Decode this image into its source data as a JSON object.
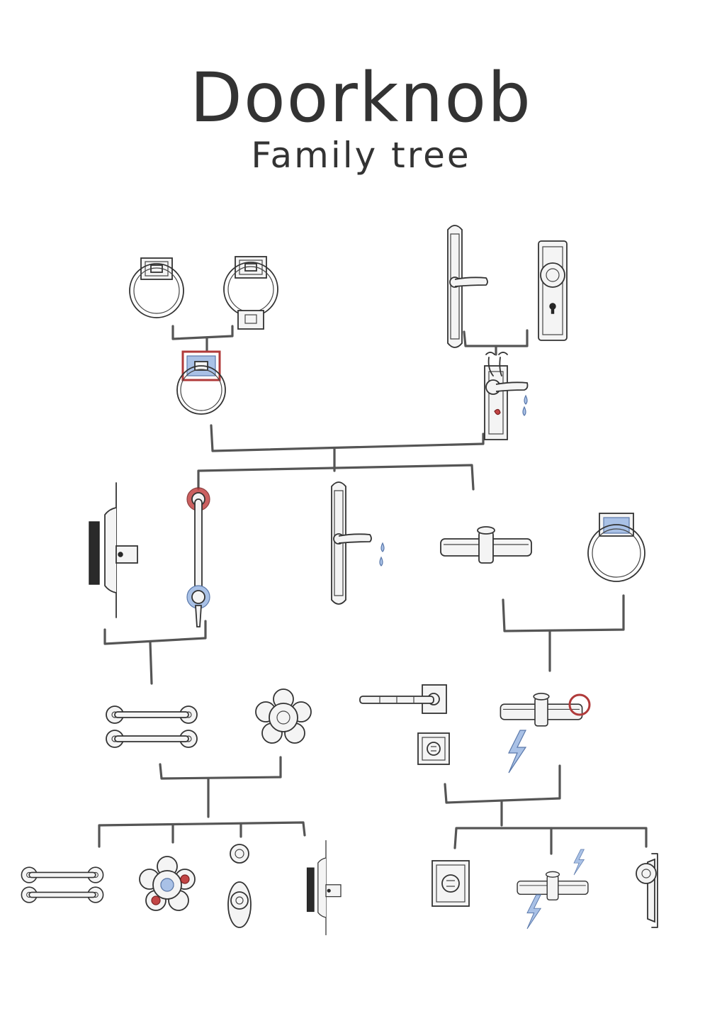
{
  "title": {
    "main": "Doorknob",
    "sub": "Family tree"
  },
  "colors": {
    "ink": "#333333",
    "accent_red": "#c24545",
    "accent_blue": "#a9c1e6"
  },
  "nodes": [
    {
      "id": "gen1-ring-pull-a",
      "icon": "ring-pull-icon"
    },
    {
      "id": "gen1-ring-pull-b",
      "icon": "ring-pull-icon"
    },
    {
      "id": "gen1-lever-plate",
      "icon": "lever-handle-icon"
    },
    {
      "id": "gen1-knob-plate",
      "icon": "knob-keyhole-icon"
    },
    {
      "id": "gen2-ring-pull",
      "icon": "ring-pull-icon"
    },
    {
      "id": "gen2-lever-knob-face",
      "icon": "lever-handle-icon"
    },
    {
      "id": "gen3-flush-pull",
      "icon": "flush-pull-icon"
    },
    {
      "id": "gen3-flower-bar-pull",
      "icon": "bar-pull-icon"
    },
    {
      "id": "gen3-lever-plate",
      "icon": "lever-handle-icon"
    },
    {
      "id": "gen3-t-bar-knob",
      "icon": "t-bar-icon"
    },
    {
      "id": "gen3-ring-pull",
      "icon": "ring-pull-icon"
    },
    {
      "id": "gen4-double-bar-pull",
      "icon": "bar-pull-icon"
    },
    {
      "id": "gen4-rosette-knob",
      "icon": "rosette-icon"
    },
    {
      "id": "gen4-bamboo-lever",
      "icon": "lever-handle-icon"
    },
    {
      "id": "gen4-t-bar-lightning",
      "icon": "t-bar-icon"
    },
    {
      "id": "gen5-double-bar-pull",
      "icon": "bar-pull-icon"
    },
    {
      "id": "gen5-flower-knob",
      "icon": "rosette-icon"
    },
    {
      "id": "gen5-round-knobs",
      "icon": "knob-icon"
    },
    {
      "id": "gen5-flush-pull",
      "icon": "flush-pull-icon"
    },
    {
      "id": "gen5-square-rose",
      "icon": "square-rose-icon"
    },
    {
      "id": "gen5-t-bar-lightning",
      "icon": "t-bar-icon"
    },
    {
      "id": "gen5-knob-plate",
      "icon": "knob-icon"
    }
  ]
}
